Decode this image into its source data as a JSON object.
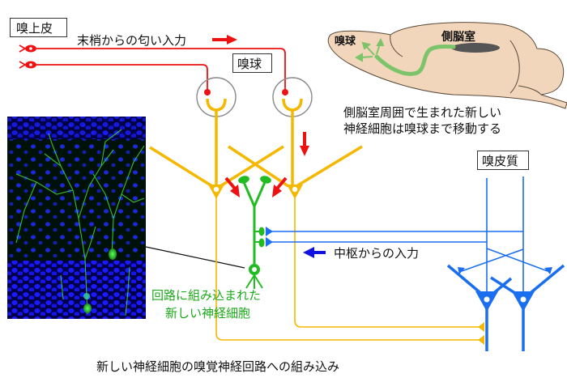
{
  "title": "新しい神経細胞の嗅覚神経回路への組み込み",
  "labels": {
    "olfactory_epithelium": "嗅上皮",
    "olfactory_bulb": "嗅球",
    "olfactory_cortex": "嗅皮質",
    "peripheral_input": "末梢からの匂い入力",
    "central_input": "中枢からの入力",
    "new_neuron_line1": "回路に組み込まれた",
    "new_neuron_line2": "新しい神経細胞",
    "brain_bulb": "嗅球",
    "brain_ventricle": "側脳室",
    "migration_line1": "側脳室周囲で生まれた新しい",
    "migration_line2": "神経細胞は嗅球まで移動する"
  },
  "colors": {
    "peripheral": "#ee1111",
    "mitral": "#f5b800",
    "new_neuron": "#22bb22",
    "cortex": "#1a6ef0",
    "central_arrow": "#1010e0",
    "brain": "#f2d6bc",
    "ventricle": "#555555",
    "migration": "#7cc46a"
  },
  "icons": {
    "receptor": "olfactory-receptor-icon",
    "arrow_right": "arrow-right-icon",
    "arrow_left": "arrow-left-icon",
    "arrow_down": "arrow-down-icon"
  }
}
